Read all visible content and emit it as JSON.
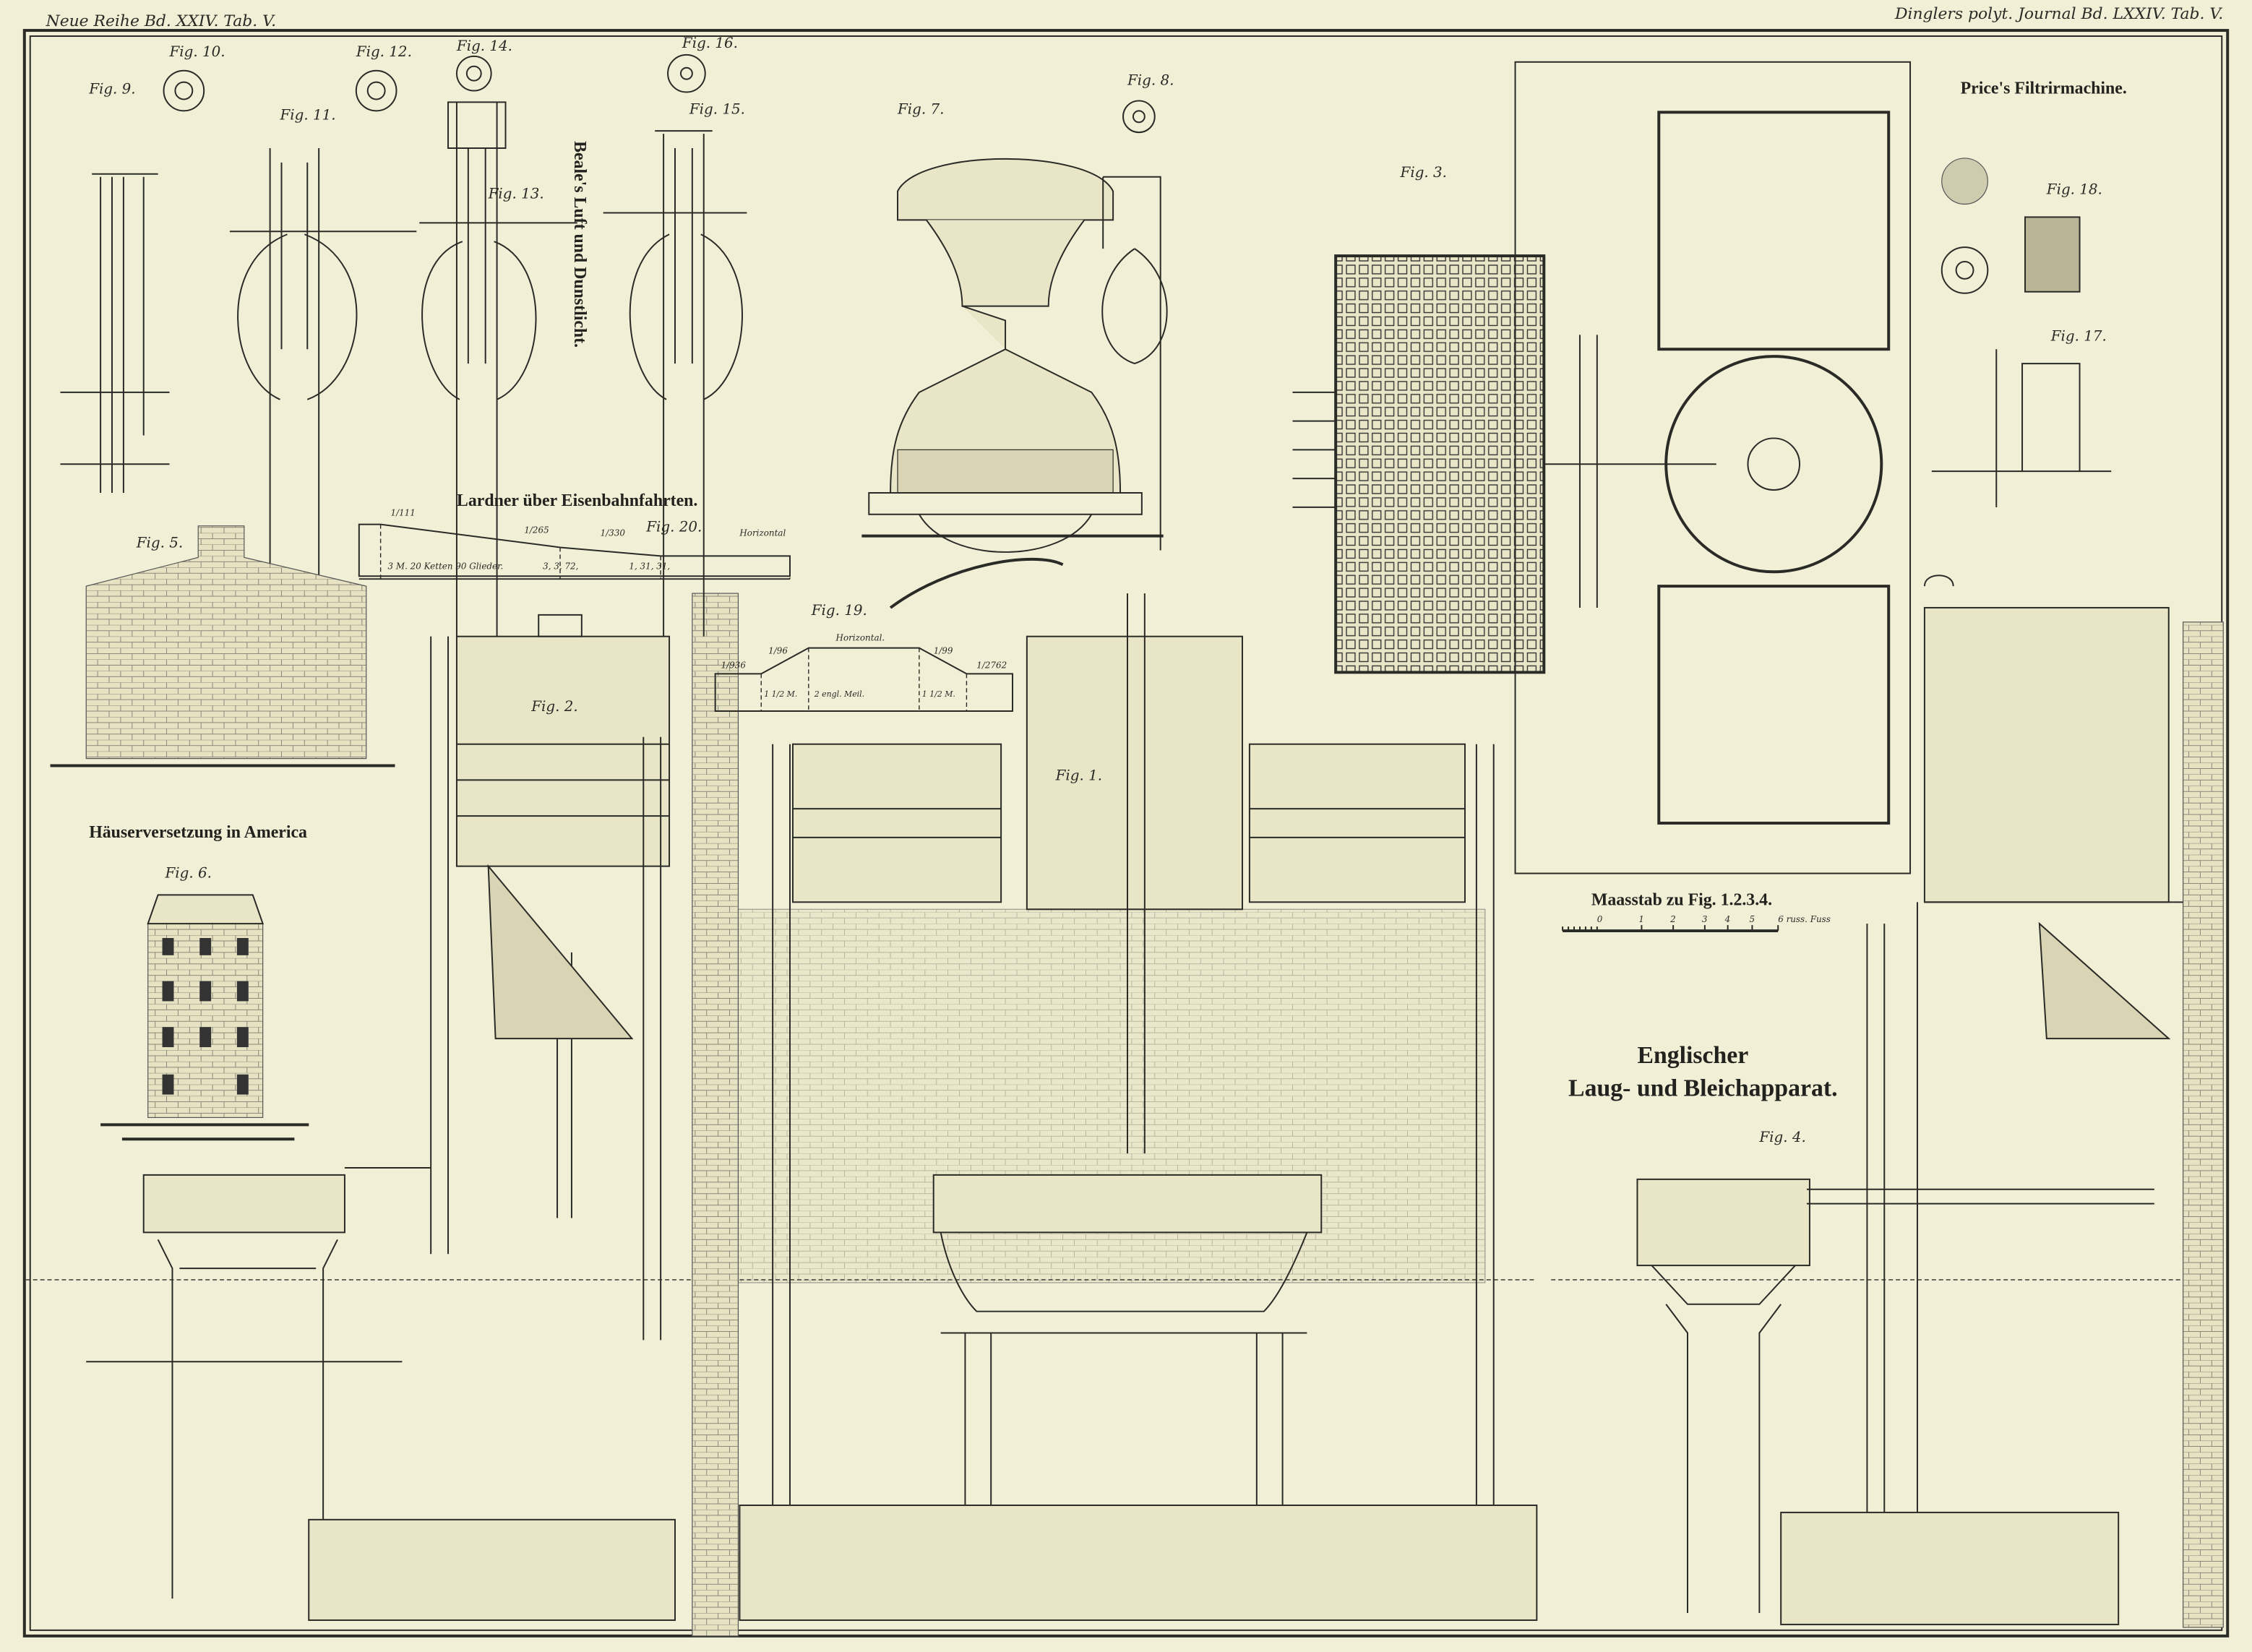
{
  "header": {
    "left": "Neue Reihe Bd. XXIV. Tab. V.",
    "right": "Dinglers polyt. Journal Bd. LXXIV. Tab. V."
  },
  "titles": {
    "beale": "Beale's Luft und Dunstlicht.",
    "lardner": "Lardner über Eisenbahnfahrten.",
    "haeuser": "Häuserversetzung in America",
    "price": "Price's Filtrirmachine.",
    "englischer_1": "Englischer",
    "englischer_2": "Laug- und Bleichapparat."
  },
  "figures": {
    "fig1": "Fig. 1.",
    "fig2": "Fig. 2.",
    "fig3": "Fig. 3.",
    "fig4": "Fig. 4.",
    "fig5": "Fig. 5.",
    "fig6": "Fig. 6.",
    "fig7": "Fig. 7.",
    "fig8": "Fig. 8.",
    "fig9": "Fig. 9.",
    "fig10": "Fig. 10.",
    "fig11": "Fig. 11.",
    "fig12": "Fig. 12.",
    "fig13": "Fig. 13.",
    "fig14": "Fig. 14.",
    "fig15": "Fig. 15.",
    "fig16": "Fig. 16.",
    "fig17": "Fig. 17.",
    "fig18": "Fig. 18.",
    "fig19": "Fig. 19.",
    "fig20": "Fig. 20."
  },
  "fig20": {
    "gradients": [
      "1/111",
      "1/265",
      "1/330"
    ],
    "horizontal": "Horizontal",
    "values": [
      "3 M. 20 Ketten 90 Glieder.",
      "3, 3, 72,",
      "1, 31, 31,"
    ]
  },
  "fig19": {
    "horizontal": "Horizontal.",
    "gradients": [
      "1/936",
      "1/96",
      "1/99",
      "1/2762"
    ],
    "sections": [
      "1 1/2 M.",
      "2 engl. Meil.",
      "1 1/2 M."
    ]
  },
  "scale": {
    "label": "Maasstab zu Fig. 1.2.3.4.",
    "ticks": [
      "0",
      "1",
      "2",
      "3",
      "4",
      "5"
    ],
    "end": "6 russ. Fuss"
  }
}
